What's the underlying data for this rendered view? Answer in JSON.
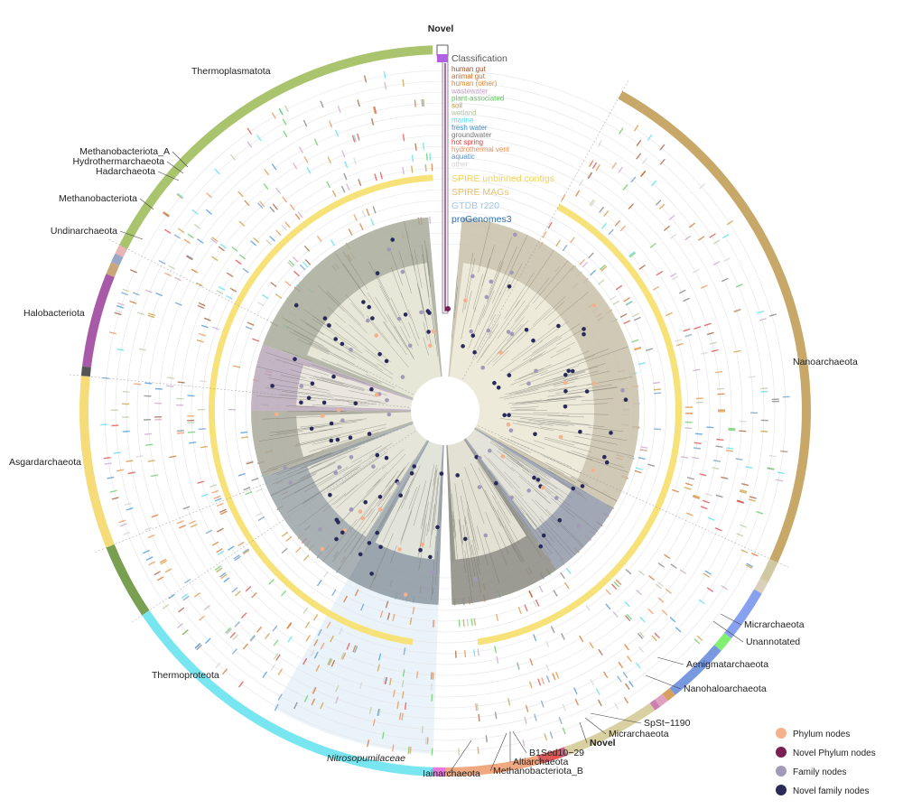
{
  "header": {
    "title": "Novel"
  },
  "phyla": [
    {
      "id": "thermoplasmatota",
      "label": "Thermoplasmatota",
      "start": -2,
      "end": -63,
      "color": "#a9c46c"
    },
    {
      "id": "methanobacteriota-a",
      "label": "Methanobacteriota_A",
      "start": -63,
      "end": -64.5,
      "color": "#e8b4b4"
    },
    {
      "id": "hydrothermarchaeota",
      "label": "Hydrothermarchaeota",
      "start": -64.5,
      "end": -66,
      "color": "#9aa7c8"
    },
    {
      "id": "hadarchaeota",
      "label": "Hadarchaeota",
      "start": -66,
      "end": -68,
      "color": "#c8a878"
    },
    {
      "id": "methanobacteriota",
      "label": "Methanobacteriota",
      "start": -68,
      "end": -83,
      "color": "#a85aa8"
    },
    {
      "id": "undinarchaeota",
      "label": "Undinarchaeota",
      "start": -83,
      "end": -84.5,
      "color": "#555555"
    },
    {
      "id": "halobacteriota",
      "label": "Halobacteriota",
      "start": -84.5,
      "end": -112,
      "color": "#f5dc78"
    },
    {
      "id": "asgardarchaeota",
      "label": "Asgardarchaeota",
      "start": -112,
      "end": -124,
      "color": "#78a050"
    },
    {
      "id": "thermoproteota",
      "label": "Thermoproteota",
      "start": -124,
      "end": -178,
      "color": "#78e6f0"
    },
    {
      "id": "novel-band",
      "label": "",
      "start": -178,
      "end": -180.5,
      "color": "#e878e0"
    },
    {
      "id": "iainarchaeota",
      "label": "Iainarchaeota",
      "start": 165,
      "end": 180,
      "color": "#f0a880"
    },
    {
      "id": "altiarchaeota",
      "label": "Altiarchaeota",
      "start": 163,
      "end": 165,
      "color": "#d85a5a"
    },
    {
      "id": "b1sed",
      "label": "B1Sed10−29",
      "start": 161.5,
      "end": 163,
      "color": "#e85050"
    },
    {
      "id": "methanobacteriota-b",
      "label": "Methanobacteriota_B",
      "start": 160.5,
      "end": 161.5,
      "color": "#c86080"
    },
    {
      "id": "nanoarch-small",
      "label": "",
      "start": 145,
      "end": 160.5,
      "color": "#d8d0a0"
    },
    {
      "id": "novel2",
      "label": "Novel",
      "start": 144,
      "end": 145,
      "color": "#cc80b0"
    },
    {
      "id": "micrarchaeota2",
      "label": "Micrarchaeota",
      "start": 142.5,
      "end": 144,
      "color": "#e0a0c0"
    },
    {
      "id": "spst",
      "label": "SpSt−1190",
      "start": 141,
      "end": 142.5,
      "color": "#d8a060"
    },
    {
      "id": "blue-group",
      "label": "",
      "start": 131,
      "end": 141,
      "color": "#7898e0"
    },
    {
      "id": "nanohaloarchaeota",
      "label": "Nanohaloarchaeota",
      "start": 128.5,
      "end": 131,
      "color": "#80f070"
    },
    {
      "id": "aenigmatarchaeota",
      "label": "Aenigmatarchaeota",
      "start": 120,
      "end": 128.5,
      "color": "#88a0f0"
    },
    {
      "id": "unannotated",
      "label": "Unannotated",
      "start": 118,
      "end": 120,
      "color": "#d8d0b8"
    },
    {
      "id": "micrarchaeota",
      "label": "Micrarchaeota",
      "start": 114.5,
      "end": 118,
      "color": "#d0c8a0"
    },
    {
      "id": "nanoarchaeota",
      "label": "Nanoarchaeota",
      "start": 29,
      "end": 114.5,
      "color": "#c8a868"
    }
  ],
  "ring_legend": {
    "classification": "Classification",
    "habitats": [
      {
        "name": "human gut",
        "color": "#a0522d"
      },
      {
        "name": "animal gut",
        "color": "#d2691e"
      },
      {
        "name": "human (other)",
        "color": "#e08a30"
      },
      {
        "name": "wastewater",
        "color": "#c8a0c8"
      },
      {
        "name": "plant-associated",
        "color": "#5ac85a"
      },
      {
        "name": "soil",
        "color": "#c89632"
      },
      {
        "name": "wetland",
        "color": "#b4c8a0"
      },
      {
        "name": "marine",
        "color": "#50dcf0"
      },
      {
        "name": "fresh water",
        "color": "#3c8cd2"
      },
      {
        "name": "groundwater",
        "color": "#787878"
      },
      {
        "name": "hot spring",
        "color": "#e03c3c"
      },
      {
        "name": "hydrothermal vent",
        "color": "#f08c50"
      },
      {
        "name": "aquatic",
        "color": "#6496c8"
      },
      {
        "name": "other",
        "color": "#d2d2d2"
      }
    ],
    "sources": [
      {
        "name": "SPIRE unbinned contigs",
        "color": "#f5d250"
      },
      {
        "name": "SPIRE MAGs",
        "color": "#e8c070"
      },
      {
        "name": "GTDB r220",
        "color": "#a0c8e8"
      },
      {
        "name": "proGenomes3",
        "color": "#2c6fb5"
      }
    ]
  },
  "clade_label": "Nitrosopumilaceae",
  "node_legend": [
    {
      "label": "Phylum nodes",
      "color": "#f5b08c"
    },
    {
      "label": "Novel Phylum nodes",
      "color": "#7a1f52"
    },
    {
      "label": "Family nodes",
      "color": "#a09ab8"
    },
    {
      "label": "Novel family nodes",
      "color": "#2a2a5a"
    }
  ]
}
